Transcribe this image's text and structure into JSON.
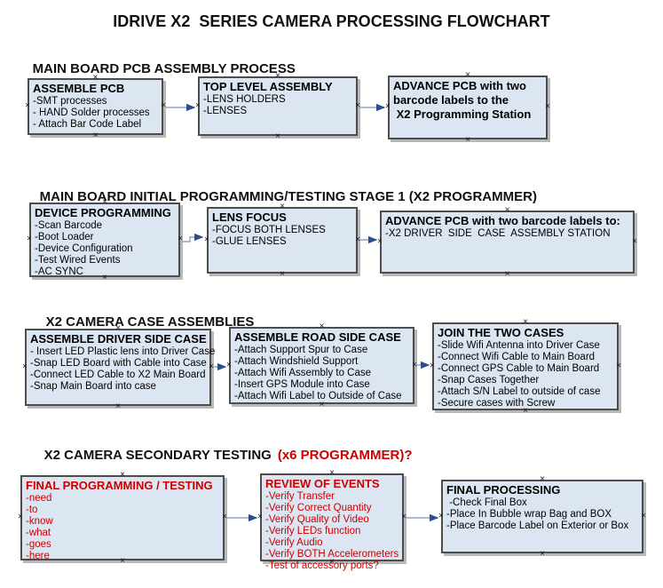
{
  "page_title": "IDRIVE X2  SERIES CAMERA PROCESSING FLOWCHART",
  "colors": {
    "box_fill": "#dce6f2",
    "box_border": "#4d4d4d",
    "red_text": "#cc0000",
    "arrow_line": "#8da3c0",
    "arrow_head": "#2a4d8f"
  },
  "sections": [
    {
      "heading": "MAIN BOARD PCB ASSEMBLY PROCESS",
      "boxes": [
        {
          "title": "ASSEMBLE PCB",
          "items": [
            "-SMT processes",
            "- HAND Solder processes",
            "- Attach Bar Code Label"
          ]
        },
        {
          "title": "TOP LEVEL ASSEMBLY",
          "items": [
            "-LENS HOLDERS",
            "-LENSES"
          ]
        },
        {
          "title_lines": [
            "ADVANCE PCB with two",
            "barcode labels to the",
            " X2 Programming Station"
          ]
        }
      ]
    },
    {
      "heading": "MAIN BOARD INITIAL PROGRAMMING/TESTING STAGE 1 (X2 PROGRAMMER)",
      "boxes": [
        {
          "title": "DEVICE PROGRAMMING",
          "items": [
            "-Scan Barcode",
            "-Boot Loader",
            "-Device Configuration",
            "-Test Wired Events",
            "-AC SYNC"
          ]
        },
        {
          "title": "LENS FOCUS",
          "items": [
            "-FOCUS BOTH LENSES",
            "-GLUE LENSES"
          ]
        },
        {
          "title": "ADVANCE PCB with two barcode labels to:",
          "items": [
            "-X2 DRIVER  SIDE  CASE  ASSEMBLY STATION"
          ]
        }
      ]
    },
    {
      "heading": "X2 CAMERA CASE ASSEMBLIES",
      "boxes": [
        {
          "title": "ASSEMBLE DRIVER SIDE CASE",
          "items": [
            "- Insert LED Plastic lens into Driver Case",
            "-Snap LED Board with Cable into Case",
            "-Connect LED Cable to X2 Main Board",
            "-Snap Main Board into case"
          ]
        },
        {
          "title": "ASSEMBLE ROAD SIDE CASE",
          "items": [
            "-Attach Support Spur to Case",
            "-Attach Windshield Support",
            "-Attach Wifi Assembly to Case",
            "-Insert GPS Module into Case",
            "-Attach Wifi Label to Outside of Case"
          ]
        },
        {
          "title": "JOIN THE TWO CASES",
          "items": [
            "-Slide Wifi Antenna into Driver Case",
            "-Connect Wifi Cable to Main Board",
            "-Connect GPS Cable to Main Board",
            "-Snap Cases Together",
            "-Attach S/N Label to outside of case",
            "-Secure cases with Screw"
          ]
        }
      ]
    },
    {
      "heading": "X2 CAMERA SECONDARY TESTING",
      "heading_red": "(x6 PROGRAMMER)?",
      "boxes": [
        {
          "title": "FINAL PROGRAMMING / TESTING",
          "items": [
            "-need",
            "-to",
            "-know",
            "-what",
            "-goes",
            "-here"
          ]
        },
        {
          "title": "REVIEW OF EVENTS",
          "items": [
            "-Verify Transfer",
            "-Verify Correct Quantity",
            "-Verify Quality of Video",
            "-Verify LEDs function",
            "-Verify Audio",
            "-Verify BOTH Accelerometers",
            "-Test of accessory ports?"
          ]
        },
        {
          "title": "FINAL PROCESSING",
          "items": [
            " -Check Final Box",
            "-Place In Bubble wrap Bag and BOX",
            "-Place Barcode Label on Exterior or Box"
          ]
        }
      ]
    }
  ]
}
